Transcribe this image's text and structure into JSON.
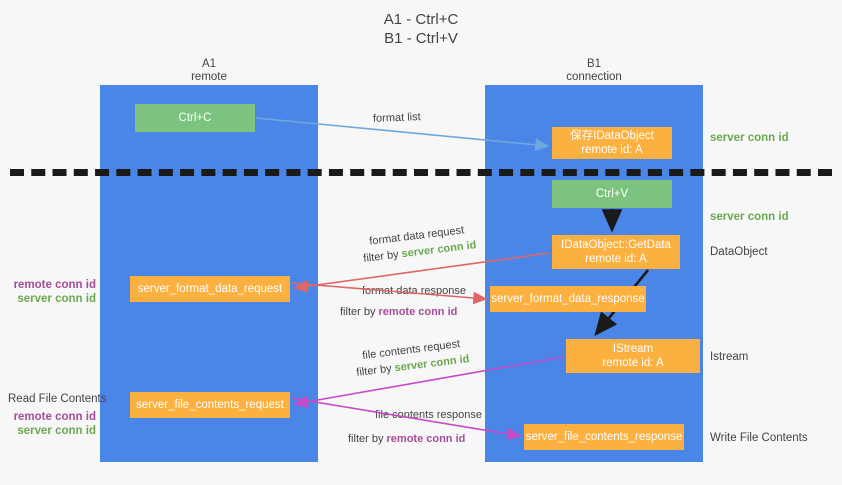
{
  "title": "A1 - Ctrl+C\nB1 - Ctrl+V",
  "columns": {
    "left": "A1\nremote",
    "right": "B1\nconnection"
  },
  "nodes": {
    "ctrl_c": "Ctrl+C",
    "idataobject": "保存IDataObject\nremote id: A",
    "ctrl_v": "Ctrl+V",
    "getdata": "IDataObject::GetData\nremote id: A",
    "server_format_data_request": "server_format_data_request",
    "server_format_data_response": "server_format_data_response",
    "istream": "IStream\nremote id: A",
    "server_file_contents_request": "server_file_contents_request",
    "server_file_contents_response": "server_file_contents_response"
  },
  "right_labels": {
    "server_conn_id_top": "server conn id",
    "server_conn_id_mid": "server conn id",
    "dataobject": "DataObject",
    "istream": "Istream",
    "write_file_contents": "Write File Contents"
  },
  "left_labels": {
    "remote_conn_id_1": "remote conn id",
    "server_conn_id_1": "server conn id",
    "read_file_contents": "Read File Contents",
    "remote_conn_id_2": "remote conn id",
    "server_conn_id_2": "server conn id"
  },
  "edges": {
    "format_list": "format list",
    "format_data_request": "format data request",
    "format_data_request_filter_prefix": "filter by ",
    "format_data_request_filter_value": "server conn id",
    "format_data_response": "format data response",
    "format_data_response_filter_prefix": "filter by ",
    "format_data_response_filter_value": "remote conn id",
    "file_contents_request": "file contents request",
    "file_contents_request_filter_prefix": "filter by ",
    "file_contents_request_filter_value": "server conn id",
    "file_contents_response": "file contents response",
    "file_contents_response_filter_prefix": "filter by ",
    "file_contents_response_filter_value": "remote conn id"
  },
  "colors": {
    "lane": "#4a86e8",
    "orange_node": "#fbb040",
    "green_node": "#7bc37e",
    "server_conn_id": "#6aa84f",
    "remote_conn_id": "#a64d9a",
    "background": "#f7f7f7",
    "arrow_blue": "#6fa8dc",
    "arrow_red": "#e06666",
    "arrow_magenta": "#c74ac7",
    "arrow_black": "#1a1a1a"
  }
}
